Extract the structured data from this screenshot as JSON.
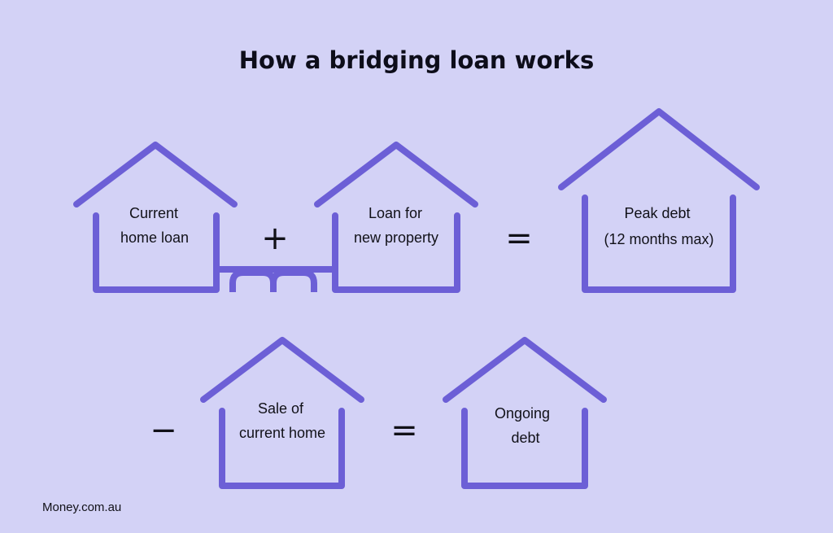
{
  "title": "How a bridging loan works",
  "colors": {
    "background": "#d3d2f6",
    "house_stroke": "#6c5fd6",
    "text": "#111118"
  },
  "houses": {
    "current_home_loan": {
      "line1": "Current",
      "line2": "home loan"
    },
    "new_property_loan": {
      "line1": "Loan for",
      "line2": "new property"
    },
    "peak_debt": {
      "line1": "Peak debt",
      "line2": "(12 months max)"
    },
    "sale_current_home": {
      "line1": "Sale of",
      "line2": "current home"
    },
    "ongoing_debt": {
      "line1": "Ongoing",
      "line2": "debt"
    }
  },
  "operators": {
    "plus": "+",
    "equals_top": "=",
    "minus": "−",
    "equals_bottom": "="
  },
  "brand": "Money.com.au"
}
